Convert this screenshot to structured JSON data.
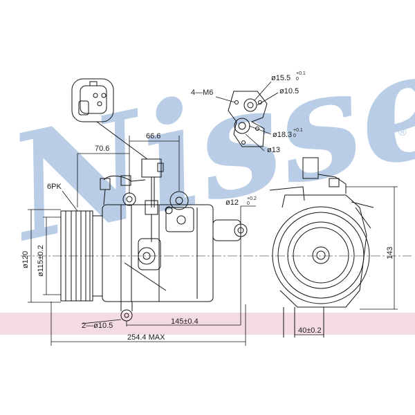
{
  "watermark": {
    "text": "Nissens",
    "registered": "®",
    "color": "#b9cde6"
  },
  "band_color": "#f4dbe3",
  "labels": {
    "pk": "6PK",
    "d120": "ø120",
    "d115": "ø115±0.2",
    "dim706": "70.6",
    "dim666": "66.6",
    "d12": "ø12",
    "d12_tol": "+0.2",
    "d12_tol0": "0",
    "m6": "4—M6",
    "d155": "ø15.5",
    "d155_tol": "+0.1",
    "d155_tol0": "0",
    "d105": "ø10.5",
    "d183": "ø18.3",
    "d183_tol": "+0.1",
    "d183_tol0": "0",
    "d13": "ø13",
    "dim143": "143",
    "mount": "2—ø10.5",
    "dim145": "145±0.4",
    "dim254": "254.4  MAX",
    "dim40": "40±0.2"
  }
}
